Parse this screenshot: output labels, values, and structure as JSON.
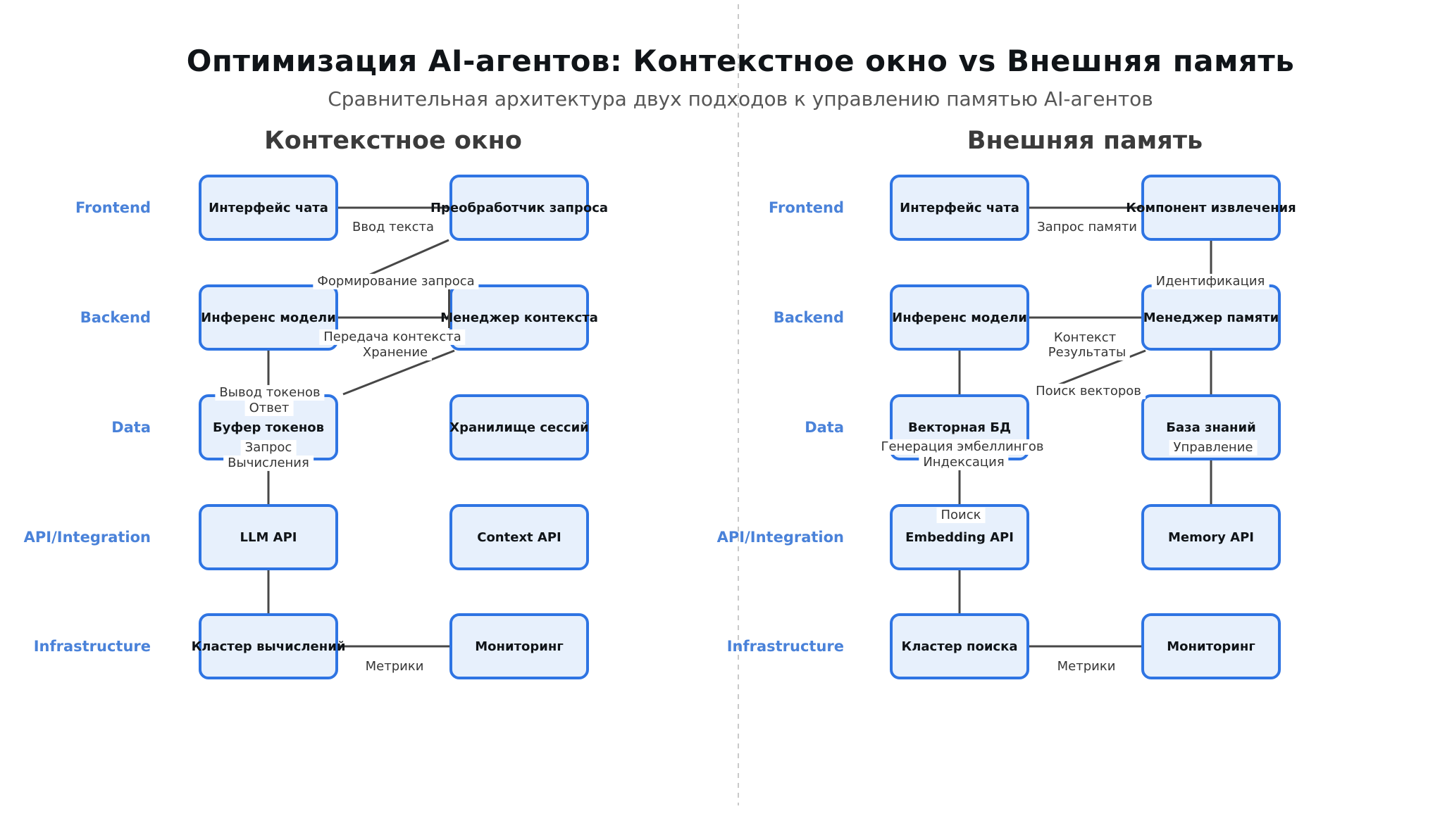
{
  "header": {
    "title": "Оптимизация AI-агентов: Контекстное окно vs Внешняя память",
    "subtitle": "Сравнительная архитектура двух подходов к управлению памятью AI-агентов"
  },
  "row_labels": [
    "Frontend",
    "Backend",
    "Data",
    "API/Integration",
    "Infrastructure"
  ],
  "left": {
    "title": "Контекстное окно",
    "nodes": {
      "chat_ui": "Интерфейс чата",
      "preprocessor": "Преобработчик запроса",
      "model_inference": "Инференс модели",
      "context_manager": "Менеджер контекста",
      "token_buffer": "Буфер токенов",
      "session_store": "Хранилище сессий",
      "llm_api": "LLM API",
      "context_api": "Context API",
      "compute_cluster": "Кластер вычислений",
      "monitoring": "Мониторинг"
    },
    "edges": {
      "text_input": "Ввод текста",
      "query_forming": "Формирование запроса",
      "context_transfer": "Передача контекста",
      "storing": "Хранение",
      "token_output": "Вывод токенов",
      "answer": "Ответ",
      "request": "Запрос",
      "computation": "Вычисления",
      "metrics": "Метрики"
    }
  },
  "right": {
    "title": "Внешняя память",
    "nodes": {
      "chat_ui": "Интерфейс чата",
      "retrieval_component": "Компонент извлечения",
      "model_inference": "Инференс модели",
      "memory_manager": "Менеджер памяти",
      "vector_db": "Векторная БД",
      "knowledge_base": "База знаний",
      "embedding_api": "Embedding API",
      "memory_api": "Memory API",
      "search_cluster": "Кластер поиска",
      "monitoring": "Мониторинг"
    },
    "edges": {
      "memory_request": "Запрос памяти",
      "identification": "Идентификация",
      "context": "Контекст",
      "results": "Результаты",
      "vector_search": "Поиск векторов",
      "embedding_generation": "Генерация эмбеллингов",
      "indexing": "Индексация",
      "search": "Поиск",
      "management": "Управление",
      "metrics": "Метрики"
    }
  }
}
